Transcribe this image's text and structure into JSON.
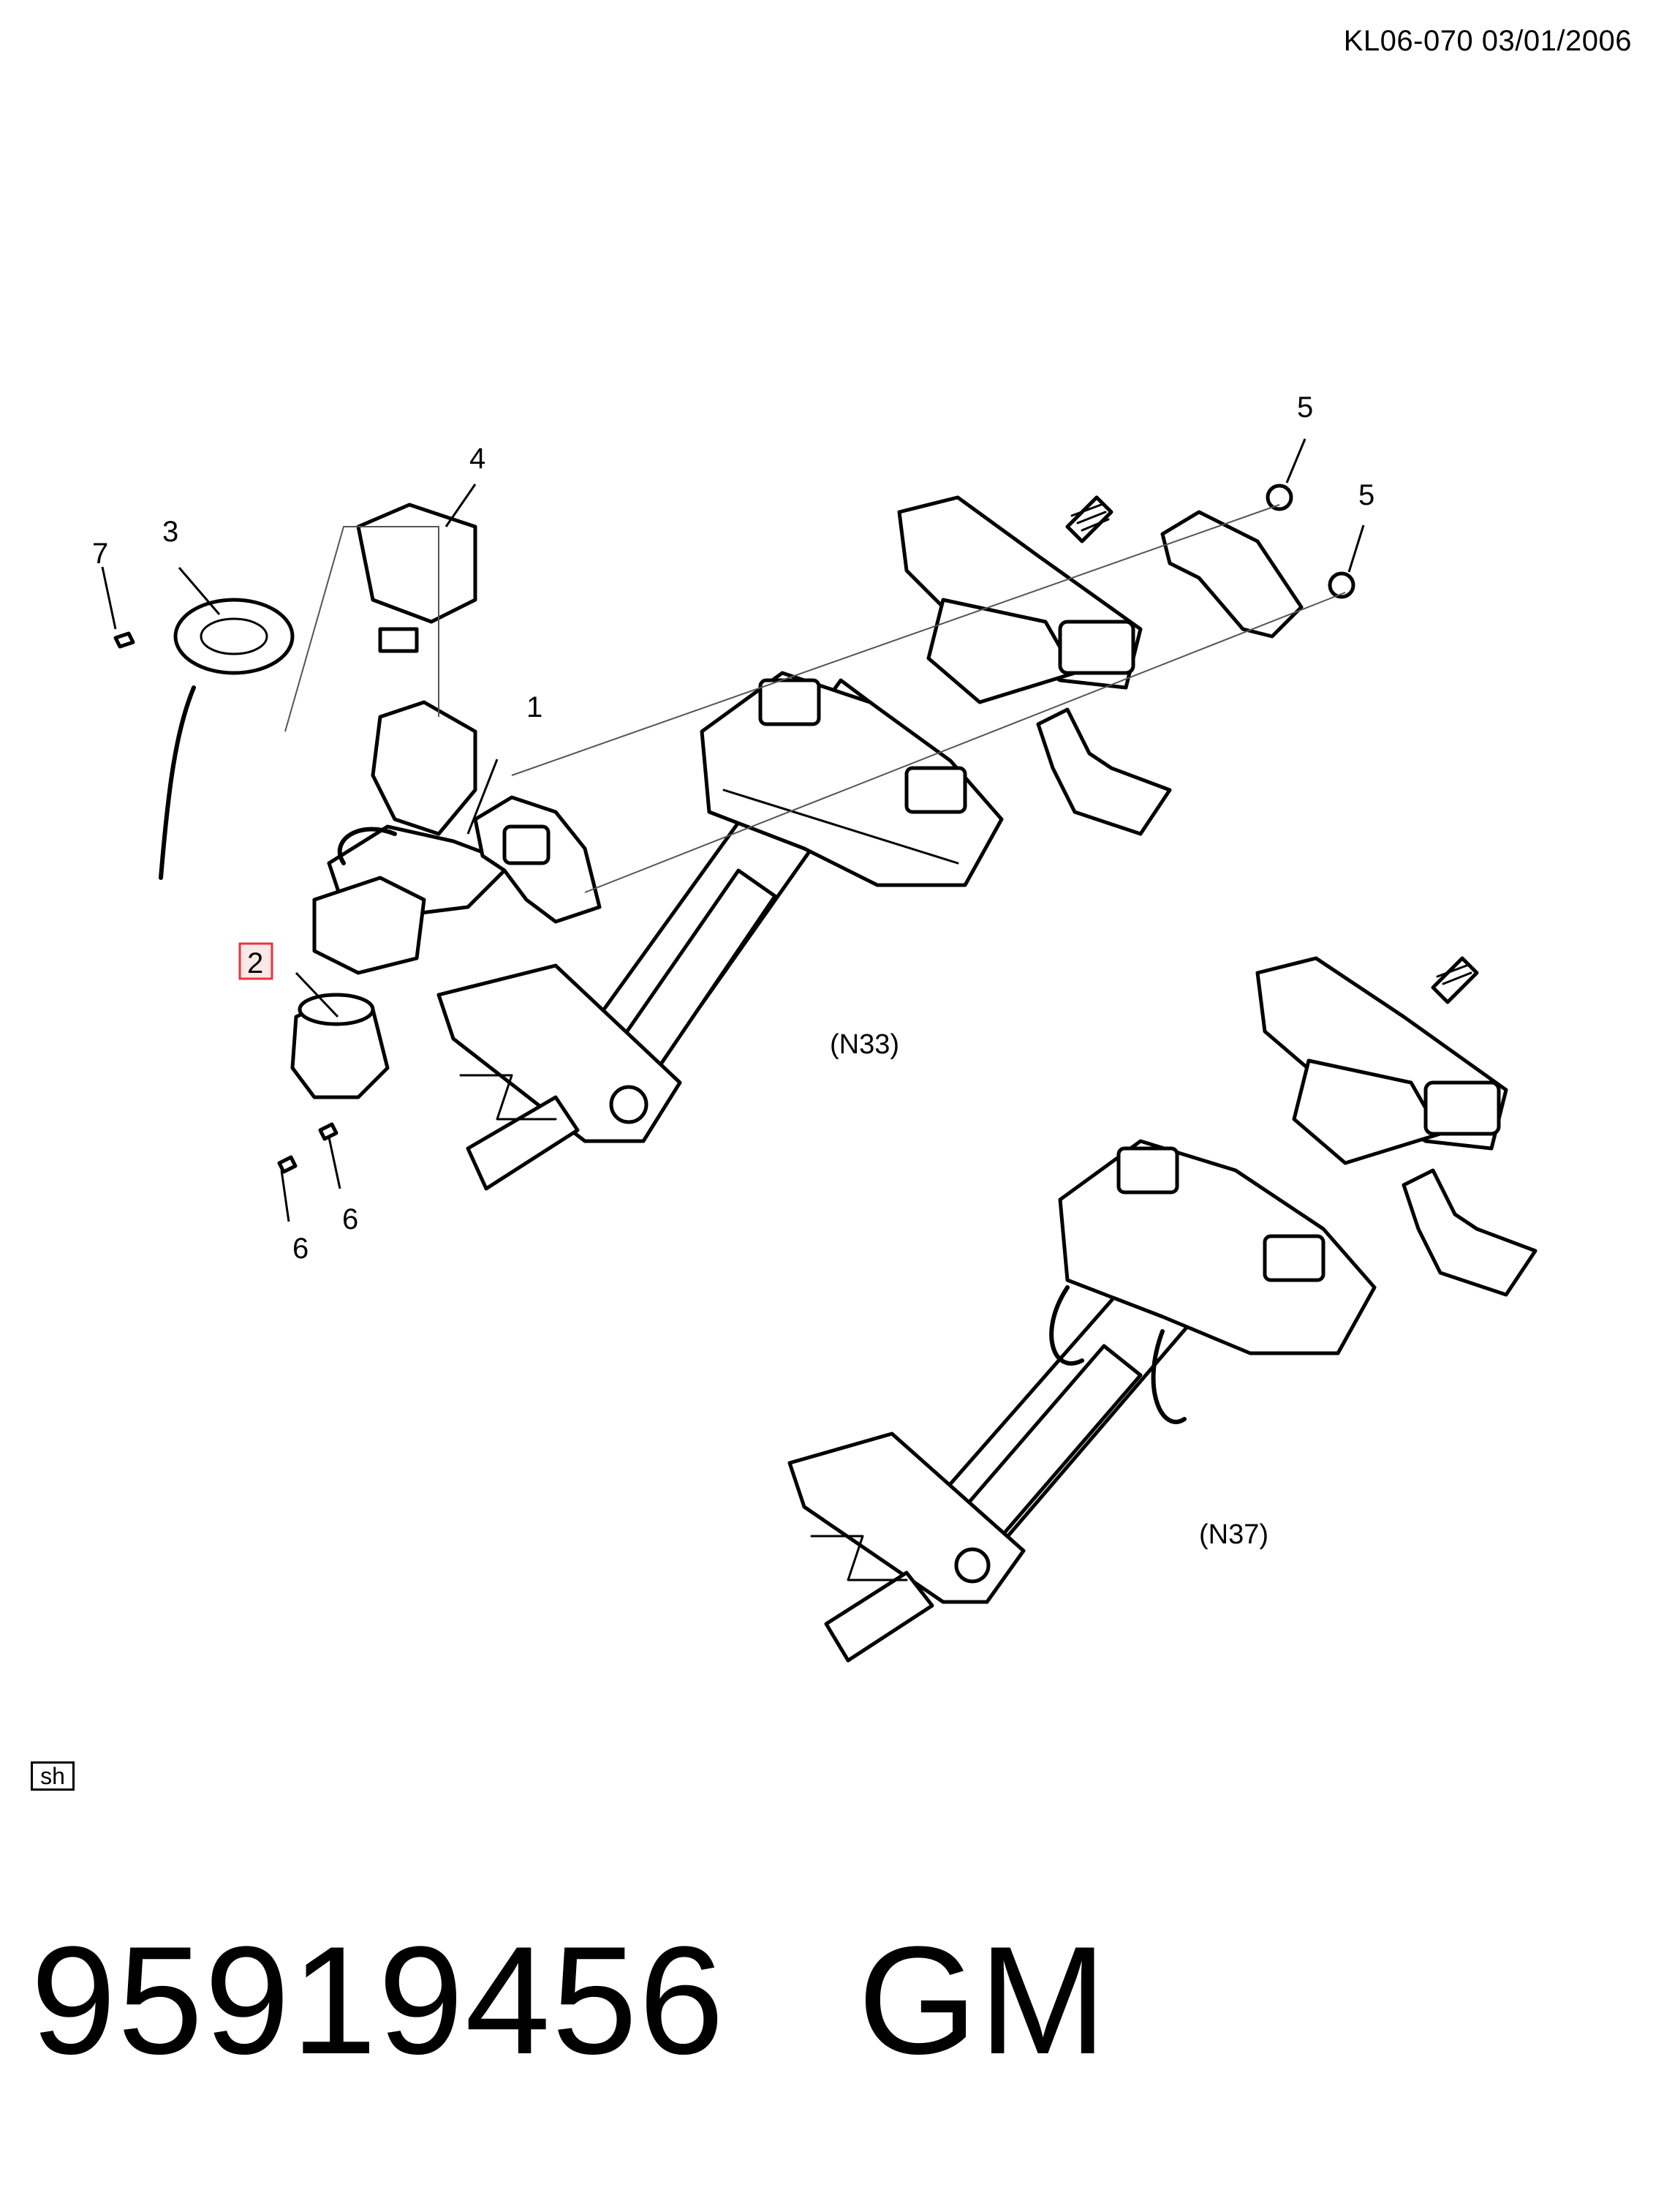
{
  "header": {
    "reference": "KL06-070  03/01/2006"
  },
  "callouts": {
    "c1": "1",
    "c2": "2",
    "c3": "3",
    "c4": "4",
    "c5a": "5",
    "c5b": "5",
    "c6a": "6",
    "c6b": "6",
    "c7": "7"
  },
  "highlighted_callout": "2",
  "highlight_color": "#e8353b",
  "variants": {
    "upper": "(N33)",
    "lower": "(N37)"
  },
  "sheet_tag": "sh",
  "footer": {
    "part_number": "95919456",
    "brand": "GM"
  }
}
